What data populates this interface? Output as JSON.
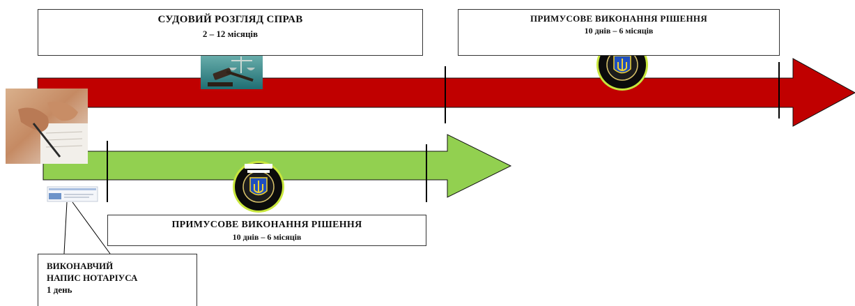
{
  "colors": {
    "red_arrow": "#c00000",
    "green_arrow": "#92d050",
    "arrow_outline": "#111111",
    "box_border": "#333333"
  },
  "court_box": {
    "title": "СУДОВИЙ РОЗГЛЯД СПРАВ",
    "duration": "2 – 12 місяців"
  },
  "enforcement_top_box": {
    "title": "ПРИМУСОВЕ ВИКОНАННЯ РІШЕННЯ",
    "duration": "10 днів – 6 місяців"
  },
  "enforcement_bottom_box": {
    "title": "ПРИМУСОВЕ ВИКОНАННЯ РІШЕННЯ",
    "duration": "10 днів – 6 місяців"
  },
  "notary_box": {
    "line1": "ВИКОНАВЧИЙ",
    "line2": "НАПИС НОТАРІУСА",
    "line3": "1 день"
  },
  "icons": {
    "gavel": "gavel-scales-icon",
    "enforcement_emblem": "state-enforcement-service-emblem-icon",
    "signing": "hand-signing-document-icon",
    "document": "notary-document-icon"
  }
}
